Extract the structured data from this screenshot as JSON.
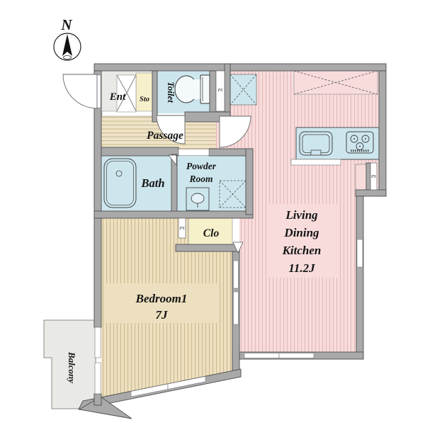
{
  "compass": {
    "north_label": "N"
  },
  "rooms": {
    "ent": {
      "label": "Ent"
    },
    "sto": {
      "label": "Sto"
    },
    "toilet": {
      "label": "Toilet"
    },
    "passage": {
      "label": "Passage"
    },
    "bath": {
      "label": "Bath"
    },
    "powder": {
      "line1": "Powder",
      "line2": "Room"
    },
    "clo": {
      "label": "Clo"
    },
    "bedroom": {
      "label": "Bedroom1",
      "size": "7J"
    },
    "ldk": {
      "line1": "Living",
      "line2": "Dining",
      "line3": "Kitchen",
      "size": "11.2J"
    },
    "balcony": {
      "label": "Balcony"
    }
  },
  "shafts": {
    "ps_top": "PS",
    "ps_right": "PS",
    "ps_middle": "PS"
  },
  "fixtures": [
    "toilet-bowl",
    "bathtub",
    "washbasin",
    "washing-machine-space",
    "kitchen-sink",
    "kitchen-stove",
    "refrigerator-space",
    "overhead-cupboard",
    "entrance-door",
    "toilet-door",
    "ldk-door",
    "closet-bifold-door",
    "sliding-windows"
  ],
  "colors": {
    "wall_gray": "#a9a9a9",
    "wall_outline": "#4d4d4d",
    "wet_area_blue": "#cde6ee",
    "floor_beige": "#ede0c0",
    "floor_beige_stripe": "#c6b184",
    "passage_beige": "#eee3c8",
    "floor_pink": "#f8dcdc",
    "floor_pink_stripe": "#e0b2b2",
    "closet_cream": "#f6f0cb",
    "concrete_gray": "#e9e9e5",
    "text_color": "#141414"
  }
}
